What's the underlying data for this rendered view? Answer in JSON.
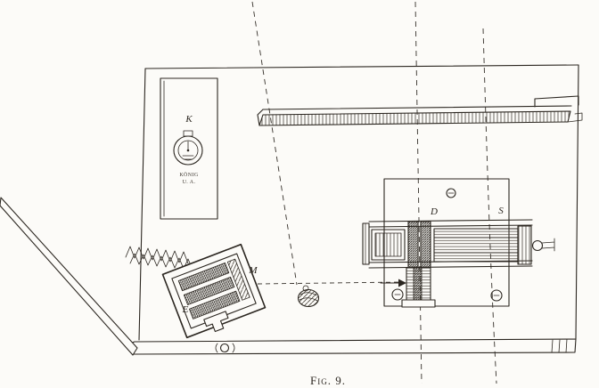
{
  "figure": {
    "caption": "Fig. 9.",
    "labels": {
      "k": "K",
      "d": "D",
      "s": "S",
      "m": "M",
      "e": "E"
    },
    "dial": {
      "line1": "KÖNIG",
      "line2": "U. A."
    },
    "colors": {
      "ink": "#2b2620",
      "paper": "#fcfbf8"
    }
  }
}
